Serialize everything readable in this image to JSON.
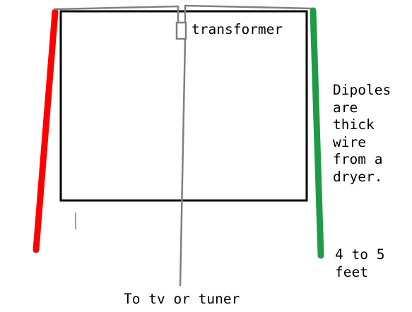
{
  "labels": {
    "transformer": "transformer",
    "dipoles_lines": [
      "Dipoles",
      "are",
      "thick",
      "wire",
      "from a",
      "dryer."
    ],
    "length_lines": [
      "4 to 5",
      "feet"
    ],
    "to_tv": "To tv or tuner"
  },
  "colors": {
    "left_dipole": "#ff0000",
    "right_dipole": "#1f9b48",
    "feed_wire": "#808080",
    "frame": "#000000",
    "background": "#ffffff"
  }
}
